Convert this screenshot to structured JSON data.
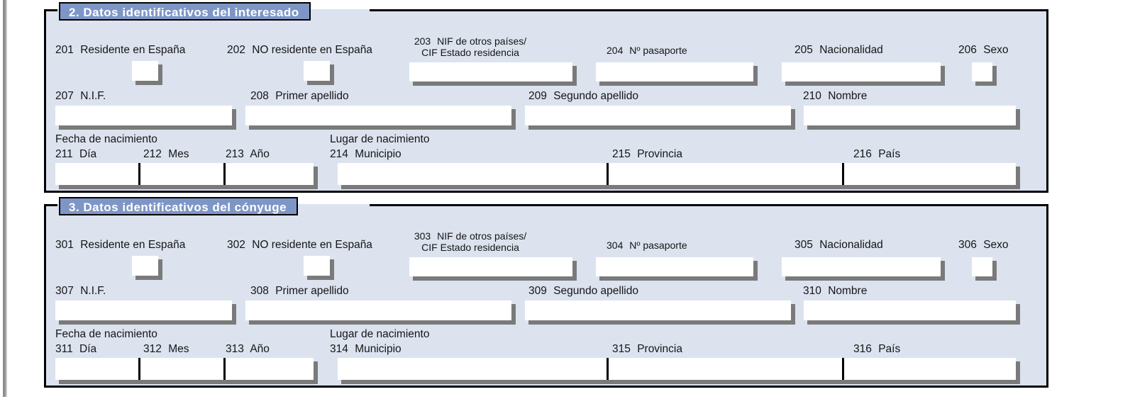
{
  "document": {
    "kind": "spanish-tax-form-fragment"
  },
  "sections": [
    {
      "id": "section-2",
      "title": "2.  Datos identificativos del interesado",
      "fields": {
        "residente": {
          "code": "201",
          "label": "Residente en España",
          "value": ""
        },
        "no_residente": {
          "code": "202",
          "label": "NO residente en España",
          "value": ""
        },
        "nif_otros_paises": {
          "code": "203",
          "label_line1": "NIF de otros países/",
          "label_line2": "CIF Estado residencia",
          "value": ""
        },
        "pasaporte": {
          "code": "204",
          "label": "Nº pasaporte",
          "value": ""
        },
        "nacionalidad": {
          "code": "205",
          "label": "Nacionalidad",
          "value": ""
        },
        "sexo": {
          "code": "206",
          "label": "Sexo",
          "value": ""
        },
        "nif": {
          "code": "207",
          "label": "N.I.F.",
          "value": ""
        },
        "primer_apellido": {
          "code": "208",
          "label": "Primer apellido",
          "value": ""
        },
        "segundo_apellido": {
          "code": "209",
          "label": "Segundo apellido",
          "value": ""
        },
        "nombre": {
          "code": "210",
          "label": "Nombre",
          "value": ""
        },
        "fecha_group_label": "Fecha de nacimiento",
        "dia": {
          "code": "211",
          "label": "Día",
          "value": ""
        },
        "mes": {
          "code": "212",
          "label": "Mes",
          "value": ""
        },
        "anio": {
          "code": "213",
          "label": "Año",
          "value": ""
        },
        "lugar_group_label": "Lugar de nacimiento",
        "municipio": {
          "code": "214",
          "label": "Municipio",
          "value": ""
        },
        "provincia": {
          "code": "215",
          "label": "Provincia",
          "value": ""
        },
        "pais": {
          "code": "216",
          "label": "País",
          "value": ""
        }
      }
    },
    {
      "id": "section-3",
      "title": "3.  Datos identificativos del cónyuge",
      "fields": {
        "residente": {
          "code": "301",
          "label": "Residente en España",
          "value": ""
        },
        "no_residente": {
          "code": "302",
          "label": "NO residente en España",
          "value": ""
        },
        "nif_otros_paises": {
          "code": "303",
          "label_line1": "NIF de otros países/",
          "label_line2": "CIF Estado residencia",
          "value": ""
        },
        "pasaporte": {
          "code": "304",
          "label": "Nº pasaporte",
          "value": ""
        },
        "nacionalidad": {
          "code": "305",
          "label": "Nacionalidad",
          "value": ""
        },
        "sexo": {
          "code": "306",
          "label": "Sexo",
          "value": ""
        },
        "nif": {
          "code": "307",
          "label": "N.I.F.",
          "value": ""
        },
        "primer_apellido": {
          "code": "308",
          "label": "Primer apellido",
          "value": ""
        },
        "segundo_apellido": {
          "code": "309",
          "label": "Segundo apellido",
          "value": ""
        },
        "nombre": {
          "code": "310",
          "label": "Nombre",
          "value": ""
        },
        "fecha_group_label": "Fecha de nacimiento",
        "dia": {
          "code": "311",
          "label": "Día",
          "value": ""
        },
        "mes": {
          "code": "312",
          "label": "Mes",
          "value": ""
        },
        "anio": {
          "code": "313",
          "label": "Año",
          "value": ""
        },
        "lugar_group_label": "Lugar de nacimiento",
        "municipio": {
          "code": "314",
          "label": "Municipio",
          "value": ""
        },
        "provincia": {
          "code": "315",
          "label": "Provincia",
          "value": ""
        },
        "pais": {
          "code": "316",
          "label": "País",
          "value": ""
        }
      }
    }
  ],
  "colors": {
    "section_background": "#dce3ef",
    "title_bar": "#7e96c6",
    "title_text": "#ffffff",
    "border": "#000000",
    "field_fill": "#ffffff",
    "field_shadow": "#7a7a7a",
    "label_text": "#151515"
  }
}
